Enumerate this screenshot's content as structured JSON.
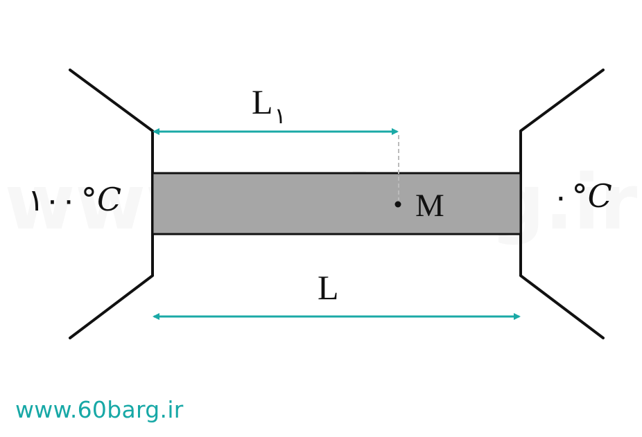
{
  "watermark": "www.60barg.ir",
  "diagram": {
    "left_temperature": {
      "value": "۱۰۰",
      "unit": "°C"
    },
    "right_temperature": {
      "value": "۰",
      "unit": "°C"
    },
    "point_label": "M",
    "partial_length_label": {
      "main": "L",
      "subscript": "۱"
    },
    "total_length_label": "L"
  },
  "colors": {
    "rod": "#a6a6a6",
    "arrow": "#1aa9a6",
    "line": "#111111",
    "dashed_guide": "#bbbbbb",
    "footer_text": "#17a8a6"
  },
  "footer": {
    "site_url": "www.60barg.ir"
  }
}
